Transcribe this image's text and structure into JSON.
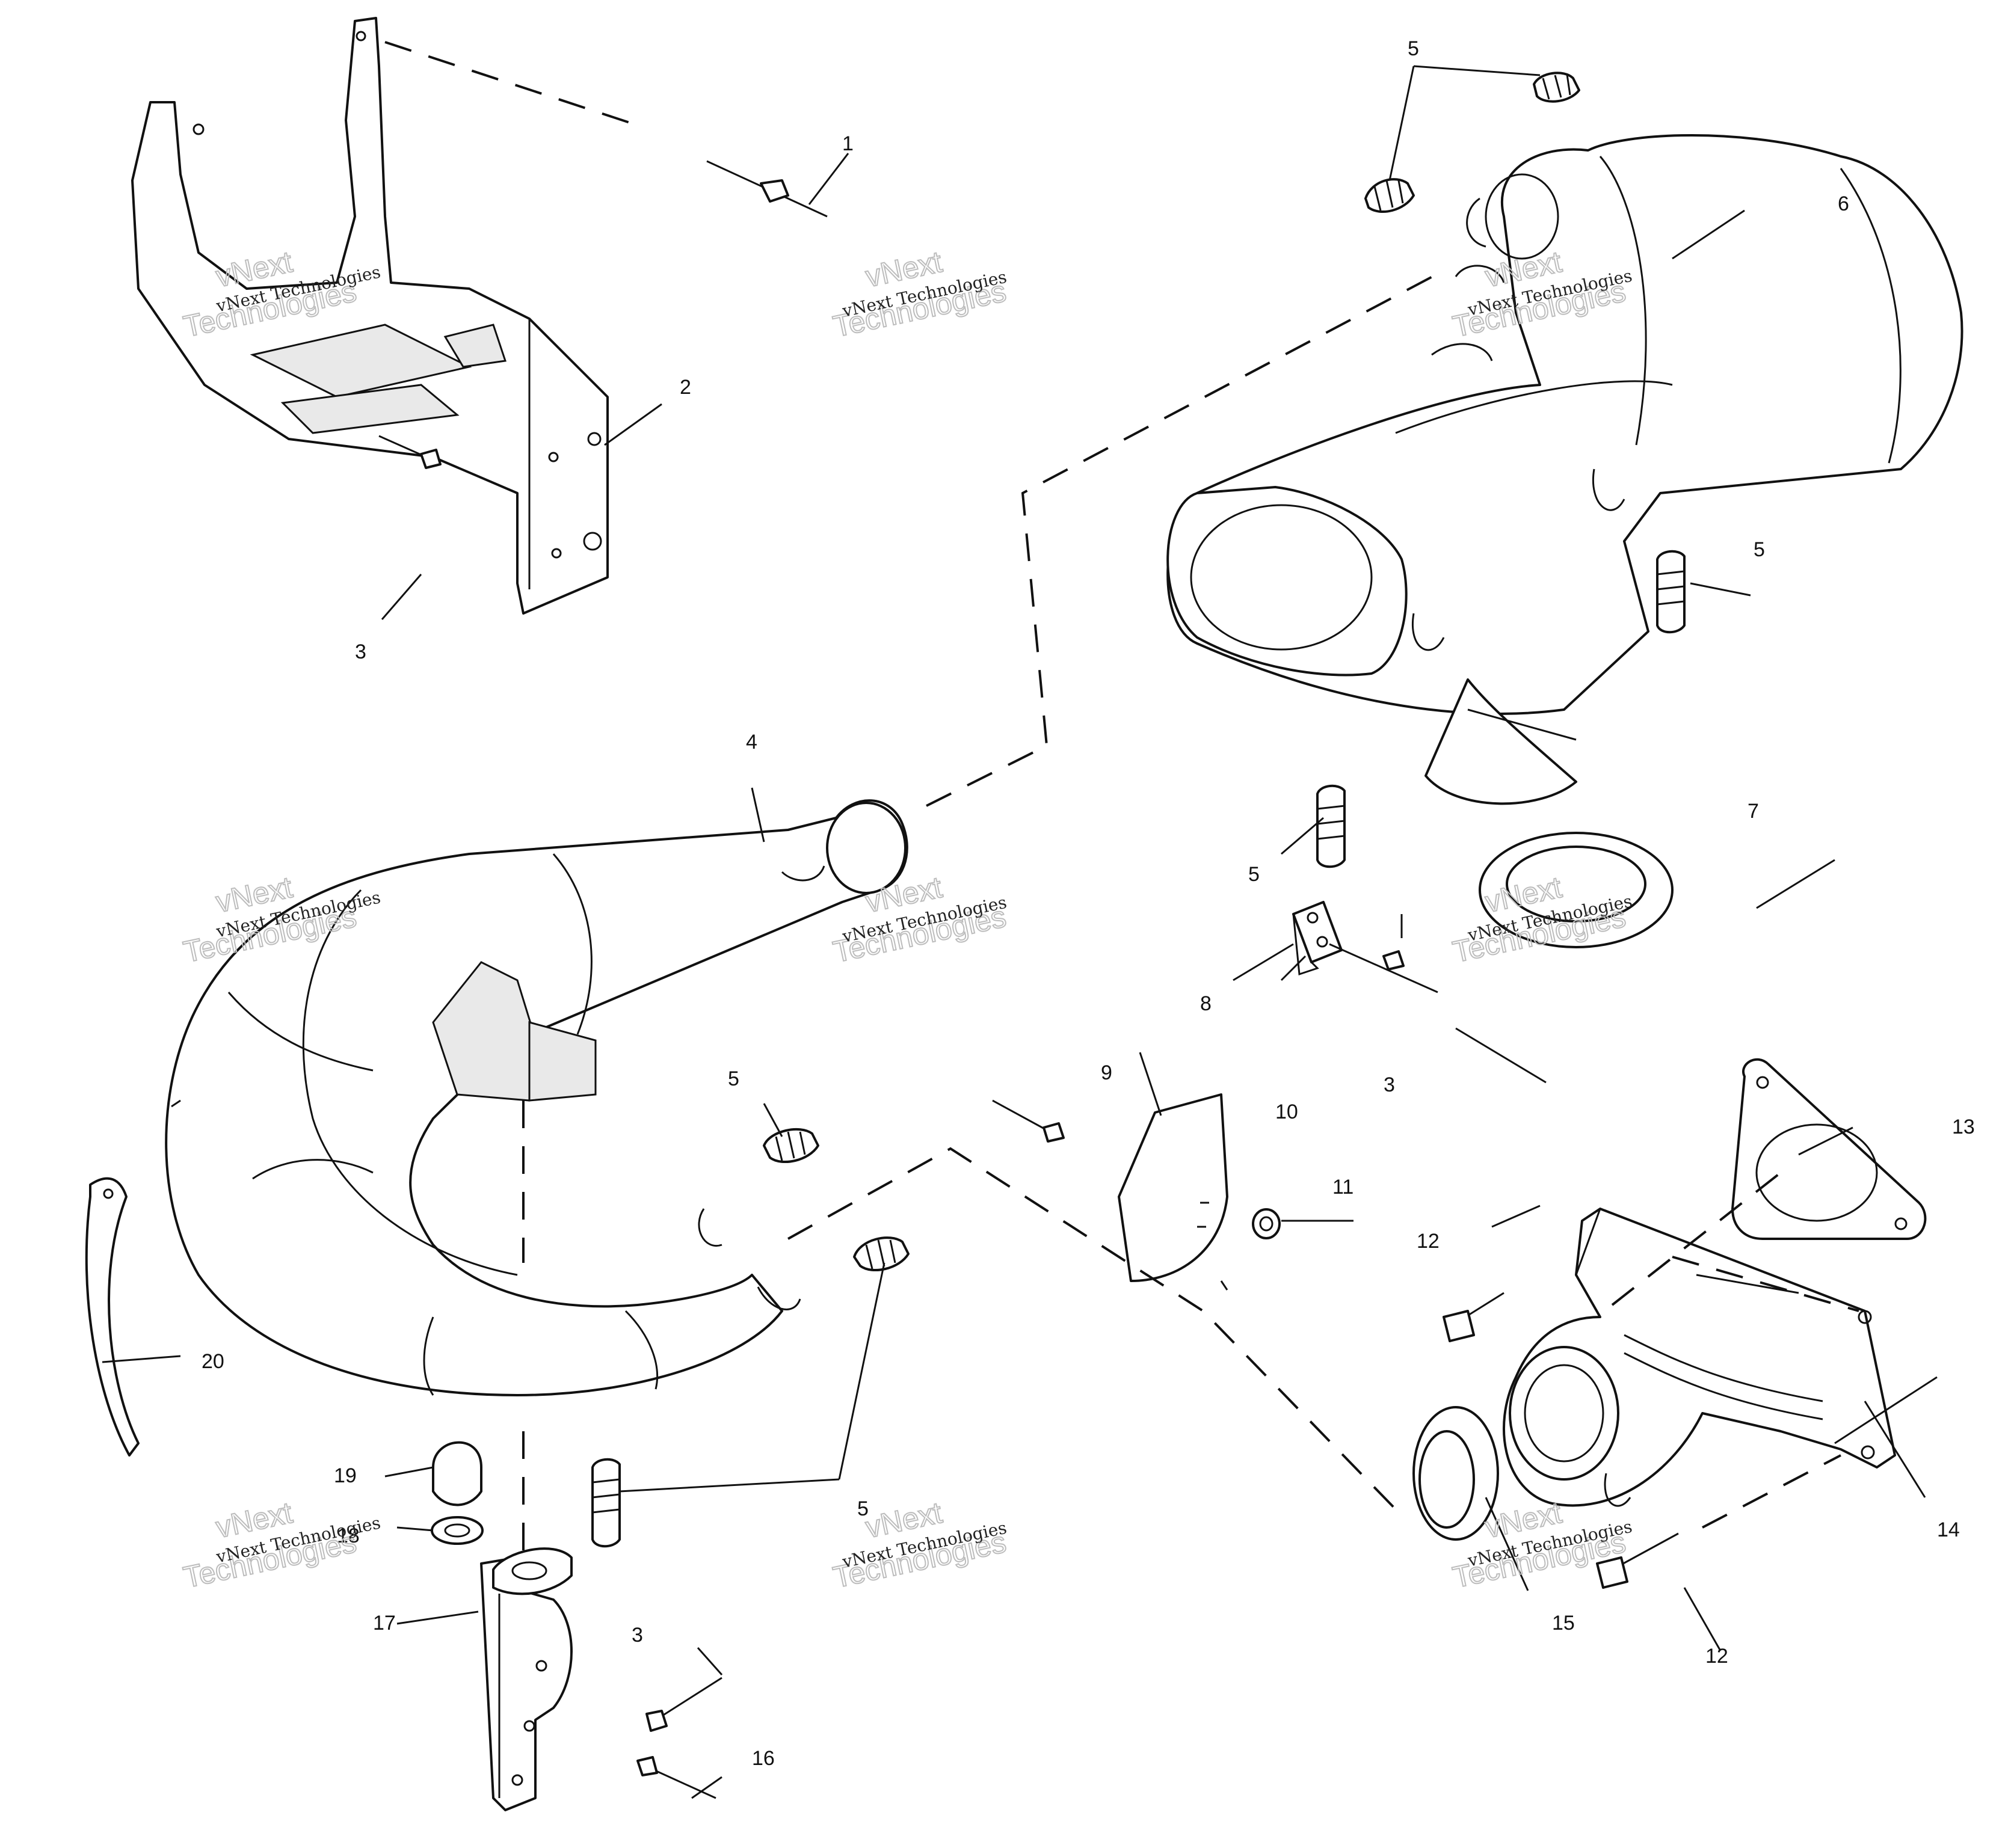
{
  "callouts": [
    {
      "id": "c1",
      "label": "1"
    },
    {
      "id": "c2",
      "label": "2"
    },
    {
      "id": "c3a",
      "label": "3"
    },
    {
      "id": "c3b",
      "label": "3"
    },
    {
      "id": "c3c",
      "label": "3"
    },
    {
      "id": "c4",
      "label": "4"
    },
    {
      "id": "c5a",
      "label": "5"
    },
    {
      "id": "c5b",
      "label": "5"
    },
    {
      "id": "c5c",
      "label": "5"
    },
    {
      "id": "c5d",
      "label": "5"
    },
    {
      "id": "c5e",
      "label": "5"
    },
    {
      "id": "c6",
      "label": "6"
    },
    {
      "id": "c7",
      "label": "7"
    },
    {
      "id": "c8",
      "label": "8"
    },
    {
      "id": "c9",
      "label": "9"
    },
    {
      "id": "c10",
      "label": "10"
    },
    {
      "id": "c11",
      "label": "11"
    },
    {
      "id": "c12a",
      "label": "12"
    },
    {
      "id": "c12b",
      "label": "12"
    },
    {
      "id": "c13",
      "label": "13"
    },
    {
      "id": "c14",
      "label": "14"
    },
    {
      "id": "c15",
      "label": "15"
    },
    {
      "id": "c16",
      "label": "16"
    },
    {
      "id": "c17",
      "label": "17"
    },
    {
      "id": "c18",
      "label": "18"
    },
    {
      "id": "c19",
      "label": "19"
    },
    {
      "id": "c20",
      "label": "20"
    }
  ],
  "watermark": {
    "large_line1": "vNext",
    "large_line2": "Technologies",
    "small": "vNext Technologies"
  }
}
